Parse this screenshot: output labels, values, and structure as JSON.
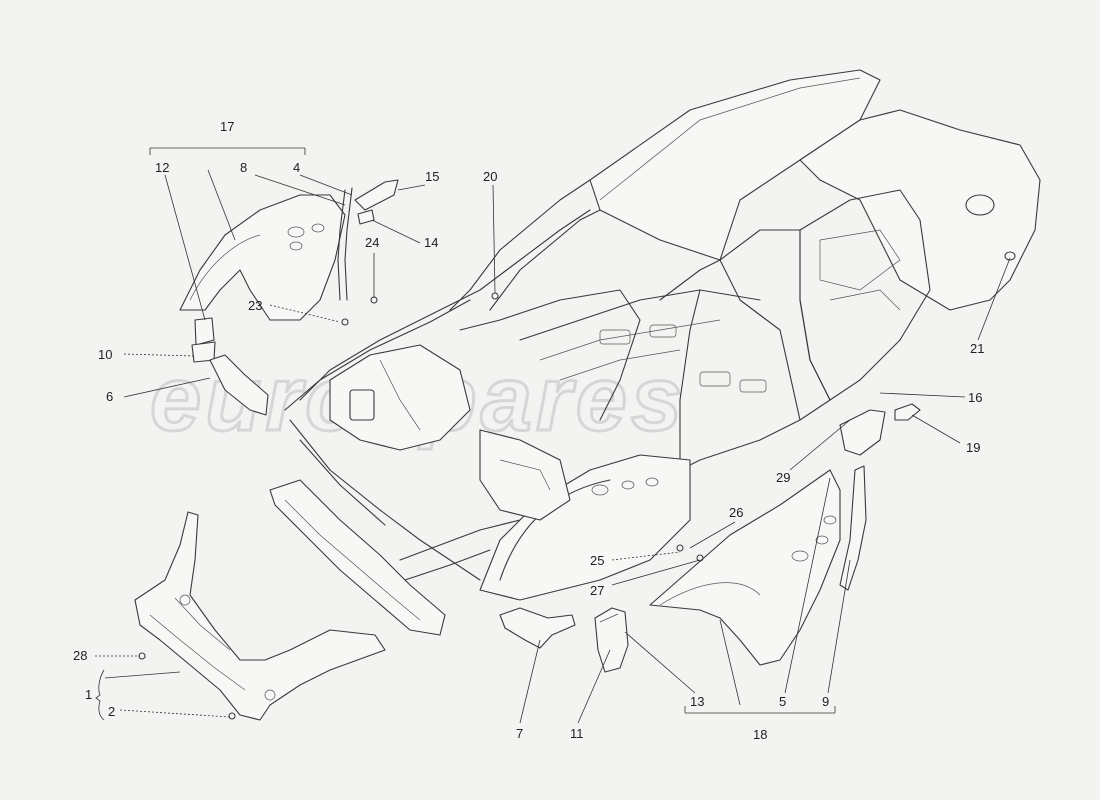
{
  "watermark": "eurospares",
  "callouts": [
    {
      "id": "c17",
      "text": "17"
    },
    {
      "id": "c12",
      "text": "12"
    },
    {
      "id": "c8",
      "text": "8"
    },
    {
      "id": "c4",
      "text": "4"
    },
    {
      "id": "c15",
      "text": "15"
    },
    {
      "id": "c14",
      "text": "14"
    },
    {
      "id": "c24",
      "text": "24"
    },
    {
      "id": "c20",
      "text": "20"
    },
    {
      "id": "c23",
      "text": "23"
    },
    {
      "id": "c10",
      "text": "10"
    },
    {
      "id": "c6",
      "text": "6"
    },
    {
      "id": "c21",
      "text": "21"
    },
    {
      "id": "c16",
      "text": "16"
    },
    {
      "id": "c19",
      "text": "19"
    },
    {
      "id": "c29",
      "text": "29"
    },
    {
      "id": "c26",
      "text": "26"
    },
    {
      "id": "c25",
      "text": "25"
    },
    {
      "id": "c27",
      "text": "27"
    },
    {
      "id": "c28",
      "text": "28"
    },
    {
      "id": "c1",
      "text": "1"
    },
    {
      "id": "c2",
      "text": "2"
    },
    {
      "id": "c7",
      "text": "7"
    },
    {
      "id": "c11",
      "text": "11"
    },
    {
      "id": "c13",
      "text": "13"
    },
    {
      "id": "c5",
      "text": "5"
    },
    {
      "id": "c9",
      "text": "9"
    },
    {
      "id": "c18",
      "text": "18"
    }
  ]
}
